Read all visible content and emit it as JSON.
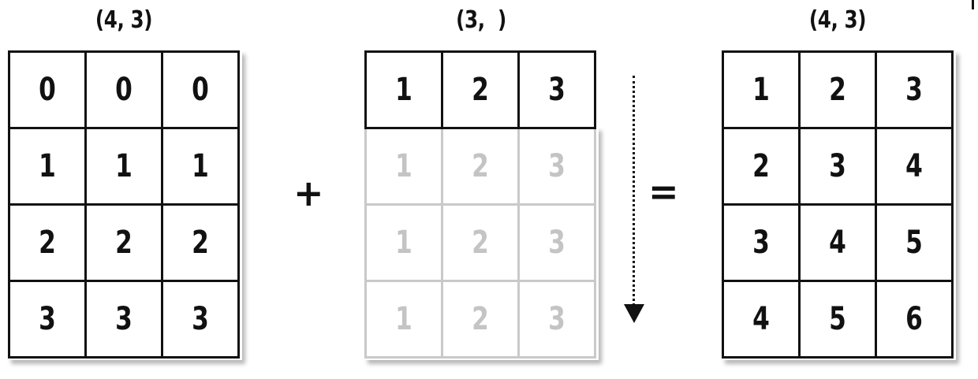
{
  "left_array": {
    "shape_label": "(4, 3)",
    "rows": [
      [
        "0",
        "0",
        "0"
      ],
      [
        "1",
        "1",
        "1"
      ],
      [
        "2",
        "2",
        "2"
      ],
      [
        "3",
        "3",
        "3"
      ]
    ]
  },
  "plus_symbol": "+",
  "middle_array": {
    "shape_label": "(3,  )",
    "row": [
      "1",
      "2",
      "3"
    ],
    "broadcast_rows": [
      [
        "1",
        "2",
        "3"
      ],
      [
        "1",
        "2",
        "3"
      ],
      [
        "1",
        "2",
        "3"
      ]
    ]
  },
  "equals_symbol": "=",
  "result_array": {
    "shape_label": "(4, 3)",
    "rows": [
      [
        "1",
        "2",
        "3"
      ],
      [
        "2",
        "3",
        "4"
      ],
      [
        "3",
        "4",
        "5"
      ],
      [
        "4",
        "5",
        "6"
      ]
    ]
  },
  "colors": {
    "ink": "#111111",
    "ghost_border": "#c9c9c9",
    "ghost_text": "#c4c4c4"
  }
}
